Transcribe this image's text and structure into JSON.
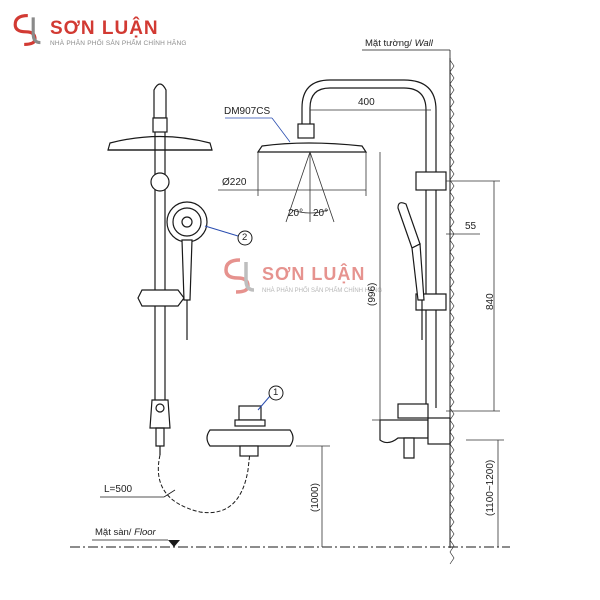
{
  "brand": {
    "name": "SƠN LUẬN",
    "tagline": "NHÀ PHÂN PHỐI SẢN PHẨM CHÍNH HÃNG"
  },
  "watermark": {
    "name": "SƠN LUẬN",
    "tagline": "NHÀ PHÂN PHỐI SẢN PHẨM CHÍNH HÃNG"
  },
  "labels": {
    "wall_vi": "Mặt tường/",
    "wall_en": "Wall",
    "floor_vi": "Mặt sàn/",
    "floor_en": "Floor",
    "model": "DM907CS",
    "diameter": "Ø220",
    "angle_left": "20°",
    "angle_right": "20°",
    "arm_length": "400",
    "holder_offset": "55",
    "rail_height": "840",
    "head_drop": "(996)",
    "mixer_height": "(1000)",
    "mount_range": "(1100~1200)",
    "hose_length": "L=500",
    "callout_1": "1",
    "callout_2": "2"
  },
  "colors": {
    "line": "#1a1a1a",
    "dim": "#333333",
    "brand": "#d23a33",
    "callout": "#2a4db0"
  }
}
